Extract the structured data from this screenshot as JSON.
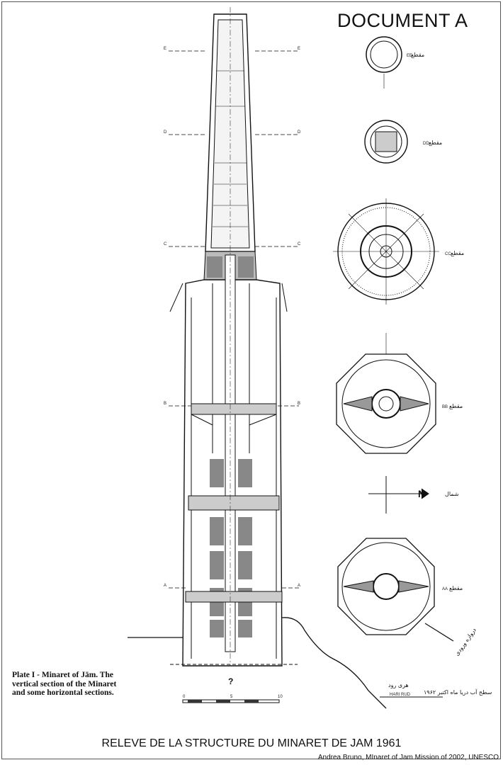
{
  "document_label": "DOCUMENT A",
  "caption": "Plate I - Minaret of Jām. The vertical section of the Minaret and some horizontal sections.",
  "title": "RELEVE DE LA STRUCTURE DU MINARET DE JAM 1961",
  "credit": "Andrea Bruno, MInaret of Jam Mission of 2002, UNESCO",
  "section_markers": [
    "E",
    "D",
    "C",
    "B",
    "A"
  ],
  "section_labels": [
    {
      "code": "EE",
      "arabic": "مقطع"
    },
    {
      "code": "DD",
      "arabic": "مقطع"
    },
    {
      "code": "CC",
      "arabic": "مقطع"
    },
    {
      "code": "BB",
      "arabic": "مقطع"
    },
    {
      "code": "AA",
      "arabic": "مقطع"
    }
  ],
  "north": {
    "letter": "N",
    "arabic": "شمال"
  },
  "river": {
    "name": "HARI RUD",
    "arabic": "هری رود",
    "water_level_note": "سطح آب دریا ماه اکتبر ۱۹۶۲"
  },
  "arrow_note": "دروازه ورودی",
  "scale_mark": "?",
  "scale_ticks": [
    "0",
    "5",
    "10"
  ]
}
